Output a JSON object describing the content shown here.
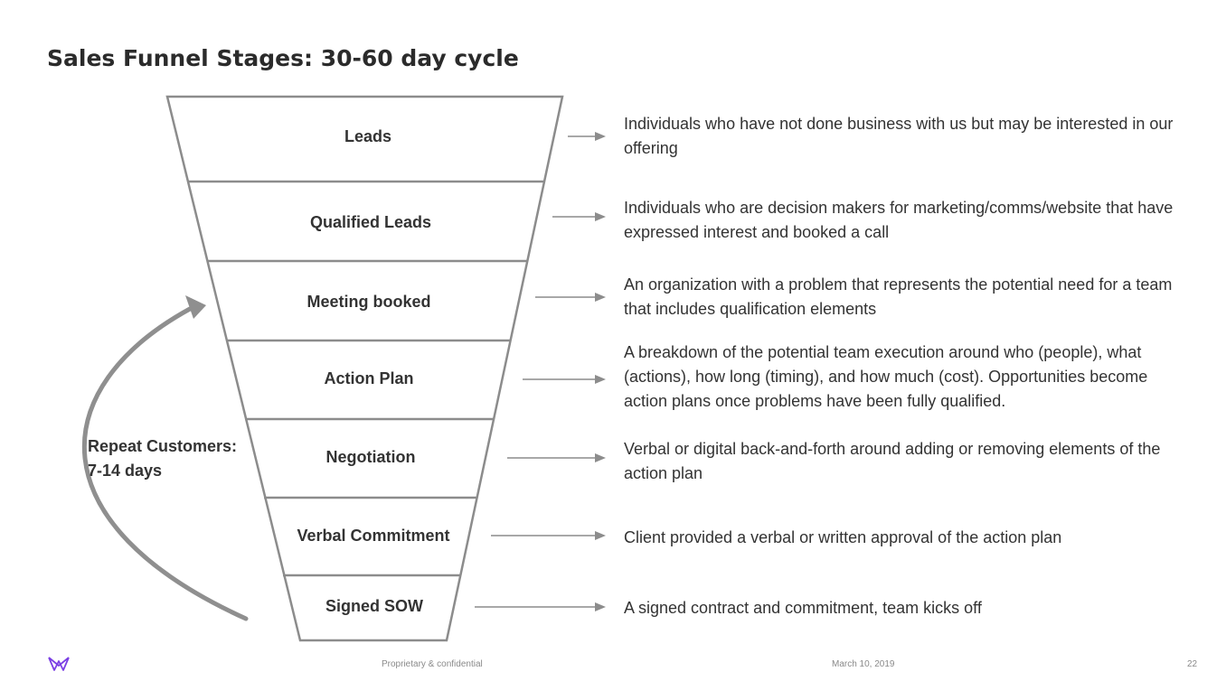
{
  "title": "Sales Funnel Stages: 30-60 day cycle",
  "stages": [
    {
      "label": "Leads",
      "description": "Individuals who have not done business with us but may be interested in our offering"
    },
    {
      "label": "Qualified Leads",
      "description": "Individuals who are decision makers for marketing/comms/website that have expressed interest and booked a call"
    },
    {
      "label": "Meeting booked",
      "description": "An organization with a problem that represents the potential need for a team that includes qualification elements"
    },
    {
      "label": "Action Plan",
      "description": "A breakdown of the potential team execution around who (people), what (actions), how long (timing), and how much (cost). Opportunities become action plans once problems have been fully qualified."
    },
    {
      "label": "Negotiation",
      "description": "Verbal or digital back-and-forth around adding or removing elements of the action plan"
    },
    {
      "label": "Verbal Commitment",
      "description": "Client provided a verbal or written approval of the action plan"
    },
    {
      "label": "Signed SOW",
      "description": "A signed contract and commitment, team kicks off"
    }
  ],
  "repeat": {
    "line1": "Repeat Customers:",
    "line2": "7-14 days"
  },
  "footer": {
    "confidential": "Proprietary & confidential",
    "date": "March 10, 2019",
    "page": "22"
  },
  "colors": {
    "funnel_stroke": "#8c8c8c",
    "arrow": "#8c8c8c",
    "curve_arrow": "#8f8f8f",
    "logo": "#7b3fe4",
    "text": "#333333"
  },
  "icons": {
    "logo": "brand-logo-icon"
  }
}
